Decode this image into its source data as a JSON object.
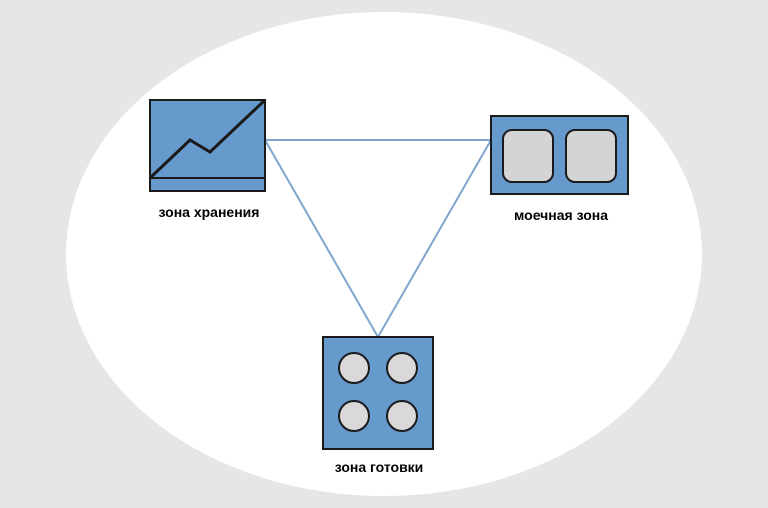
{
  "zones": {
    "storage": {
      "label": "зона хранения",
      "icon": "fridge-chart-icon"
    },
    "washing": {
      "label": "моечная зона",
      "icon": "double-sink-icon"
    },
    "cooking": {
      "label": "зона готовки",
      "icon": "four-burner-stove-icon"
    }
  },
  "colors": {
    "background": "#e6e6e6",
    "ellipse": "#ffffff",
    "zone_fill": "#6699cc",
    "zone_border": "#1a1a1a",
    "connector": "#7fa6cf",
    "burner_fill": "#d9d9d9",
    "sink_fill": "#d4d4d4"
  }
}
